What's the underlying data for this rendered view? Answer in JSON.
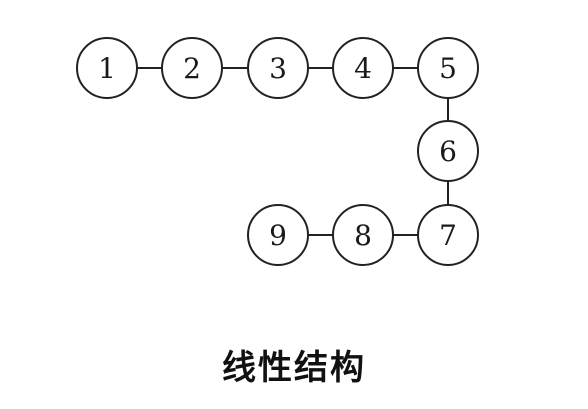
{
  "caption": "线性结构",
  "nodes": [
    {
      "id": "1",
      "label": "1"
    },
    {
      "id": "2",
      "label": "2"
    },
    {
      "id": "3",
      "label": "3"
    },
    {
      "id": "4",
      "label": "4"
    },
    {
      "id": "5",
      "label": "5"
    },
    {
      "id": "6",
      "label": "6"
    },
    {
      "id": "7",
      "label": "7"
    },
    {
      "id": "8",
      "label": "8"
    },
    {
      "id": "9",
      "label": "9"
    }
  ],
  "edges": [
    [
      "1",
      "2"
    ],
    [
      "2",
      "3"
    ],
    [
      "3",
      "4"
    ],
    [
      "4",
      "5"
    ],
    [
      "5",
      "6"
    ],
    [
      "6",
      "7"
    ],
    [
      "7",
      "8"
    ],
    [
      "8",
      "9"
    ]
  ]
}
